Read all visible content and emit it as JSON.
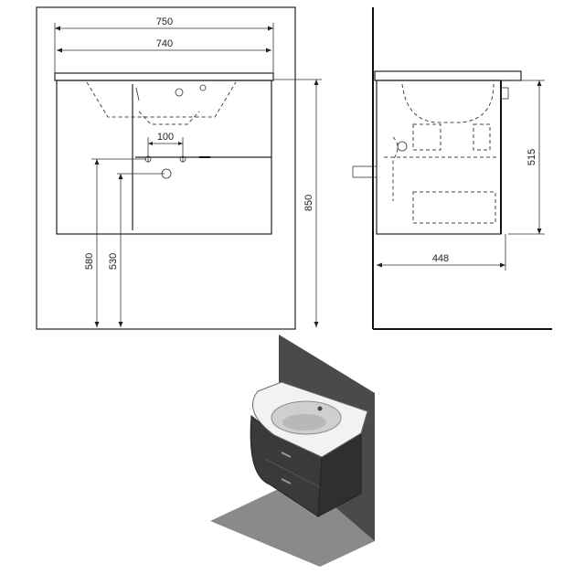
{
  "front_view": {
    "dims": {
      "width_total": "750",
      "width_top": "740",
      "tap_spacing": "100",
      "height_total": "850",
      "drain_height_580": "580",
      "drain_height_530": "530"
    }
  },
  "side_view": {
    "dims": {
      "cabinet_height": "515",
      "depth": "448"
    }
  },
  "colors": {
    "line": "#222222",
    "wall": "#4a4a4a",
    "floor": "#8a8a8a",
    "cabinet": "#3a3a3a",
    "basin": "#e6e6e6"
  }
}
